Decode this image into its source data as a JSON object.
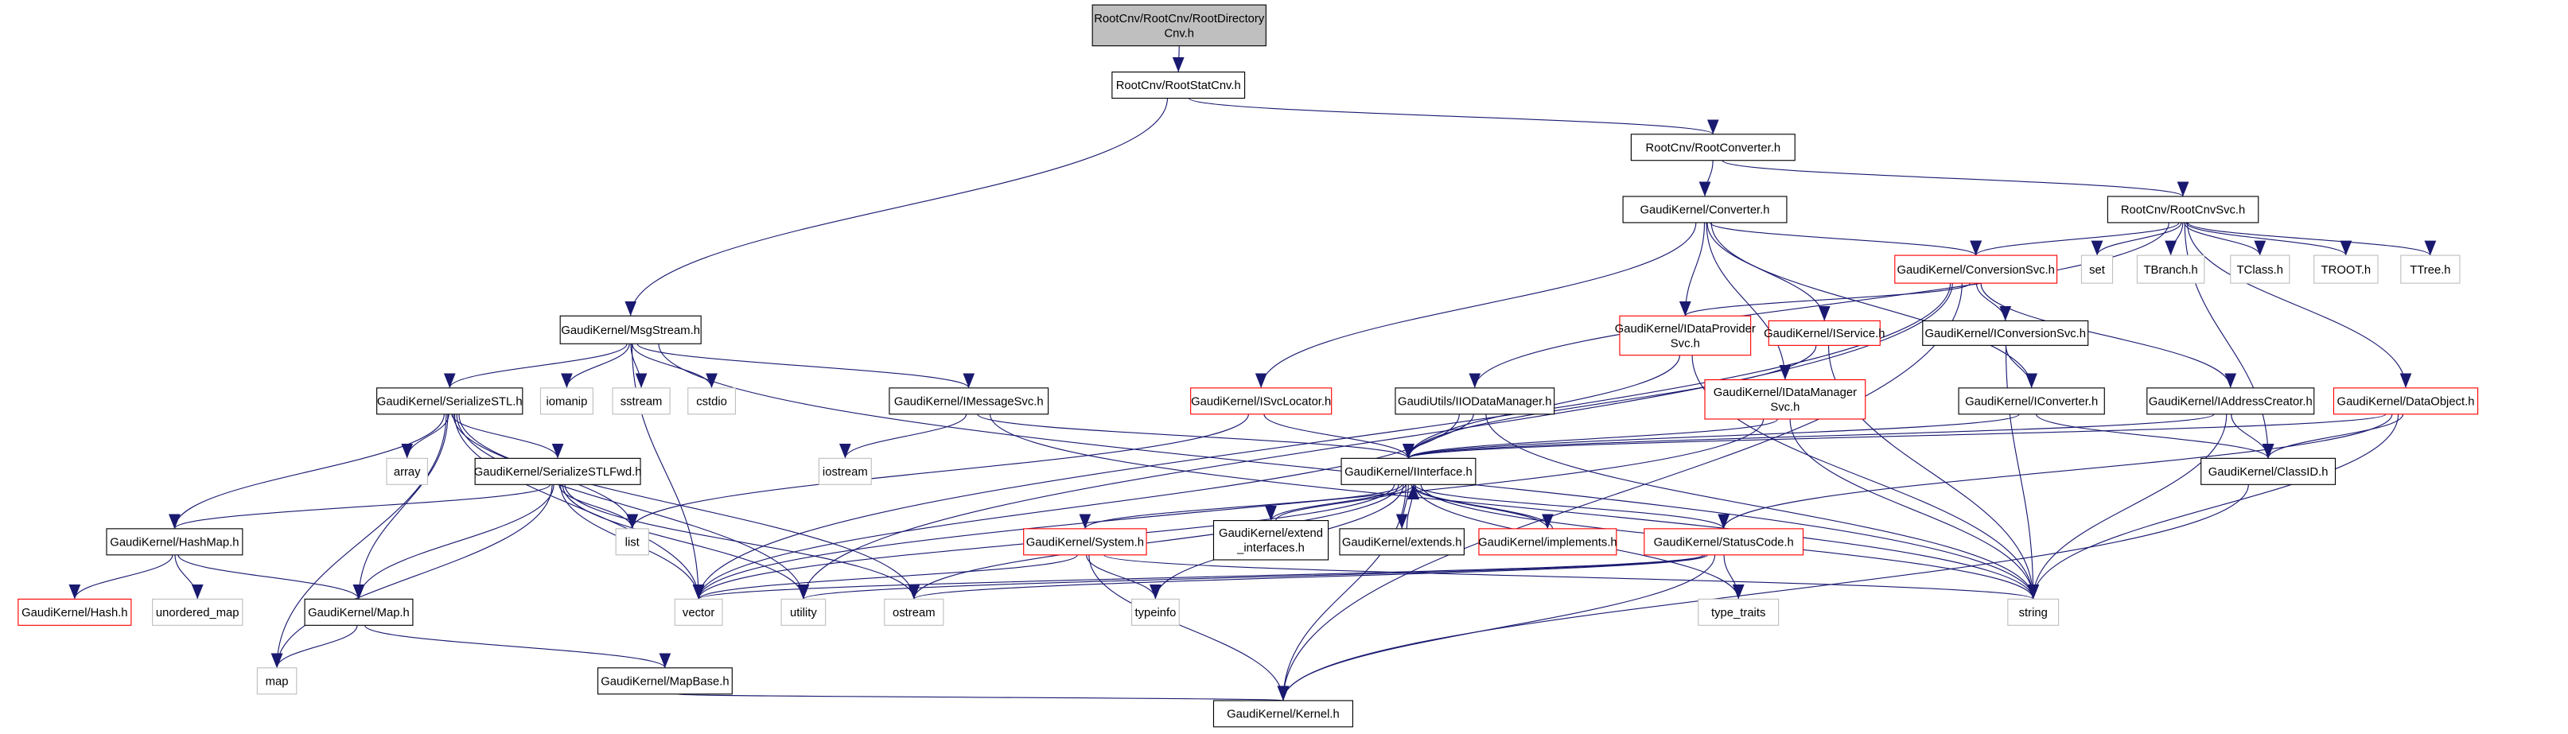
{
  "colors": {
    "edge": "#191970",
    "root_fill": "#bfbfbf",
    "missing_border": "#ff0000",
    "system_border": "#bfbfbf",
    "normal_border": "#000000"
  },
  "nodes": [
    {
      "id": "rootdir",
      "lines": [
        "RootCnv/RootCnv/RootDirectory",
        "Cnv.h"
      ],
      "kind": "root"
    },
    {
      "id": "rootstat",
      "lines": [
        "RootCnv/RootStatCnv.h"
      ],
      "kind": "normal"
    },
    {
      "id": "rootconv",
      "lines": [
        "RootCnv/RootConverter.h"
      ],
      "kind": "normal"
    },
    {
      "id": "converter",
      "lines": [
        "GaudiKernel/Converter.h"
      ],
      "kind": "normal"
    },
    {
      "id": "rootcnvsvc",
      "lines": [
        "RootCnv/RootCnvSvc.h"
      ],
      "kind": "normal"
    },
    {
      "id": "conversionsvc",
      "lines": [
        "GaudiKernel/ConversionSvc.h"
      ],
      "kind": "red"
    },
    {
      "id": "set",
      "lines": [
        "set"
      ],
      "kind": "system"
    },
    {
      "id": "tbranch",
      "lines": [
        "TBranch.h"
      ],
      "kind": "system"
    },
    {
      "id": "tclass",
      "lines": [
        "TClass.h"
      ],
      "kind": "system"
    },
    {
      "id": "troot",
      "lines": [
        "TROOT.h"
      ],
      "kind": "system"
    },
    {
      "id": "ttree",
      "lines": [
        "TTree.h"
      ],
      "kind": "system"
    },
    {
      "id": "msgstream",
      "lines": [
        "GaudiKernel/MsgStream.h"
      ],
      "kind": "normal"
    },
    {
      "id": "idataprov",
      "lines": [
        "GaudiKernel/IDataProvider",
        "Svc.h"
      ],
      "kind": "red"
    },
    {
      "id": "iservice",
      "lines": [
        "GaudiKernel/IService.h"
      ],
      "kind": "red"
    },
    {
      "id": "iconvsvc",
      "lines": [
        "GaudiKernel/IConversionSvc.h"
      ],
      "kind": "normal"
    },
    {
      "id": "serializestl",
      "lines": [
        "GaudiKernel/SerializeSTL.h"
      ],
      "kind": "normal"
    },
    {
      "id": "iomanip",
      "lines": [
        "iomanip"
      ],
      "kind": "system"
    },
    {
      "id": "sstream",
      "lines": [
        "sstream"
      ],
      "kind": "system"
    },
    {
      "id": "cstdio",
      "lines": [
        "cstdio"
      ],
      "kind": "system"
    },
    {
      "id": "imessagesvc",
      "lines": [
        "GaudiKernel/IMessageSvc.h"
      ],
      "kind": "normal"
    },
    {
      "id": "isvclocator",
      "lines": [
        "GaudiKernel/ISvcLocator.h"
      ],
      "kind": "red"
    },
    {
      "id": "iiodm",
      "lines": [
        "GaudiUtils/IIODataManager.h"
      ],
      "kind": "normal"
    },
    {
      "id": "idatamgr",
      "lines": [
        "GaudiKernel/IDataManager",
        "Svc.h"
      ],
      "kind": "red"
    },
    {
      "id": "iconverter",
      "lines": [
        "GaudiKernel/IConverter.h"
      ],
      "kind": "normal"
    },
    {
      "id": "iaddr",
      "lines": [
        "GaudiKernel/IAddressCreator.h"
      ],
      "kind": "normal"
    },
    {
      "id": "dataobject",
      "lines": [
        "GaudiKernel/DataObject.h"
      ],
      "kind": "red"
    },
    {
      "id": "array",
      "lines": [
        "array"
      ],
      "kind": "system"
    },
    {
      "id": "serializefwd",
      "lines": [
        "GaudiKernel/SerializeSTLFwd.h"
      ],
      "kind": "normal"
    },
    {
      "id": "iostream",
      "lines": [
        "iostream"
      ],
      "kind": "system"
    },
    {
      "id": "iinterface",
      "lines": [
        "GaudiKernel/IInterface.h"
      ],
      "kind": "normal"
    },
    {
      "id": "classid",
      "lines": [
        "GaudiKernel/ClassID.h"
      ],
      "kind": "normal"
    },
    {
      "id": "list",
      "lines": [
        "list"
      ],
      "kind": "system"
    },
    {
      "id": "hashmap",
      "lines": [
        "GaudiKernel/HashMap.h"
      ],
      "kind": "normal"
    },
    {
      "id": "system",
      "lines": [
        "GaudiKernel/System.h"
      ],
      "kind": "red"
    },
    {
      "id": "extendif",
      "lines": [
        "GaudiKernel/extend",
        "_interfaces.h"
      ],
      "kind": "normal"
    },
    {
      "id": "extends",
      "lines": [
        "GaudiKernel/extends.h"
      ],
      "kind": "normal"
    },
    {
      "id": "implements",
      "lines": [
        "GaudiKernel/implements.h"
      ],
      "kind": "red"
    },
    {
      "id": "statuscode",
      "lines": [
        "GaudiKernel/StatusCode.h"
      ],
      "kind": "red"
    },
    {
      "id": "hash",
      "lines": [
        "GaudiKernel/Hash.h"
      ],
      "kind": "red"
    },
    {
      "id": "unordered_map",
      "lines": [
        "unordered_map"
      ],
      "kind": "system"
    },
    {
      "id": "map_h",
      "lines": [
        "GaudiKernel/Map.h"
      ],
      "kind": "normal"
    },
    {
      "id": "vector",
      "lines": [
        "vector"
      ],
      "kind": "system"
    },
    {
      "id": "utility",
      "lines": [
        "utility"
      ],
      "kind": "system"
    },
    {
      "id": "ostream",
      "lines": [
        "ostream"
      ],
      "kind": "system"
    },
    {
      "id": "typeinfo",
      "lines": [
        "typeinfo"
      ],
      "kind": "system"
    },
    {
      "id": "type_traits",
      "lines": [
        "type_traits"
      ],
      "kind": "system"
    },
    {
      "id": "string",
      "lines": [
        "string"
      ],
      "kind": "system"
    },
    {
      "id": "map",
      "lines": [
        "map"
      ],
      "kind": "system"
    },
    {
      "id": "mapbase",
      "lines": [
        "GaudiKernel/MapBase.h"
      ],
      "kind": "normal"
    },
    {
      "id": "kernel",
      "lines": [
        "GaudiKernel/Kernel.h"
      ],
      "kind": "normal"
    }
  ],
  "edges": [
    [
      "rootdir",
      "rootstat"
    ],
    [
      "rootstat",
      "msgstream"
    ],
    [
      "rootstat",
      "rootconv"
    ],
    [
      "rootconv",
      "converter"
    ],
    [
      "rootconv",
      "rootcnvsvc"
    ],
    [
      "converter",
      "conversionsvc"
    ],
    [
      "converter",
      "idataprov"
    ],
    [
      "converter",
      "iservice"
    ],
    [
      "converter",
      "iconverter"
    ],
    [
      "converter",
      "isvclocator"
    ],
    [
      "converter",
      "idatamgr"
    ],
    [
      "rootcnvsvc",
      "conversionsvc"
    ],
    [
      "rootcnvsvc",
      "set"
    ],
    [
      "rootcnvsvc",
      "tbranch"
    ],
    [
      "rootcnvsvc",
      "tclass"
    ],
    [
      "rootcnvsvc",
      "troot"
    ],
    [
      "rootcnvsvc",
      "ttree"
    ],
    [
      "rootcnvsvc",
      "iiodm"
    ],
    [
      "rootcnvsvc",
      "dataobject"
    ],
    [
      "rootcnvsvc",
      "classid"
    ],
    [
      "conversionsvc",
      "idataprov"
    ],
    [
      "conversionsvc",
      "iconvsvc"
    ],
    [
      "conversionsvc",
      "iaddr"
    ],
    [
      "conversionsvc",
      "kernel"
    ],
    [
      "conversionsvc",
      "vector"
    ],
    [
      "conversionsvc",
      "utility"
    ],
    [
      "msgstream",
      "serializestl"
    ],
    [
      "msgstream",
      "iomanip"
    ],
    [
      "msgstream",
      "sstream"
    ],
    [
      "msgstream",
      "cstdio"
    ],
    [
      "msgstream",
      "imessagesvc"
    ],
    [
      "msgstream",
      "vector"
    ],
    [
      "msgstream",
      "string"
    ],
    [
      "serializestl",
      "array"
    ],
    [
      "serializestl",
      "serializefwd"
    ],
    [
      "serializestl",
      "hashmap"
    ],
    [
      "serializestl",
      "map_h"
    ],
    [
      "serializestl",
      "map"
    ],
    [
      "serializestl",
      "list"
    ],
    [
      "serializestl",
      "vector"
    ],
    [
      "serializestl",
      "utility"
    ],
    [
      "serializestl",
      "ostream"
    ],
    [
      "serializefwd",
      "hashmap"
    ],
    [
      "serializefwd",
      "map_h"
    ],
    [
      "serializefwd",
      "map"
    ],
    [
      "serializefwd",
      "list"
    ],
    [
      "serializefwd",
      "vector"
    ],
    [
      "serializefwd",
      "utility"
    ],
    [
      "serializefwd",
      "ostream"
    ],
    [
      "hashmap",
      "hash"
    ],
    [
      "hashmap",
      "unordered_map"
    ],
    [
      "hashmap",
      "map_h"
    ],
    [
      "map_h",
      "map"
    ],
    [
      "map_h",
      "mapbase"
    ],
    [
      "mapbase",
      "kernel"
    ],
    [
      "imessagesvc",
      "iostream"
    ],
    [
      "imessagesvc",
      "iinterface"
    ],
    [
      "imessagesvc",
      "string"
    ],
    [
      "isvclocator",
      "iinterface"
    ],
    [
      "isvclocator",
      "list"
    ],
    [
      "iiodm",
      "iinterface"
    ],
    [
      "iiodm",
      "vector"
    ],
    [
      "iiodm",
      "string"
    ],
    [
      "idataprov",
      "iinterface"
    ],
    [
      "idataprov",
      "string"
    ],
    [
      "idatamgr",
      "iinterface"
    ],
    [
      "idatamgr",
      "string"
    ],
    [
      "idatamgr",
      "vector"
    ],
    [
      "iservice",
      "iinterface"
    ],
    [
      "iservice",
      "string"
    ],
    [
      "iconvsvc",
      "iconverter"
    ],
    [
      "iconvsvc",
      "string"
    ],
    [
      "iconverter",
      "iinterface"
    ],
    [
      "iconverter",
      "classid"
    ],
    [
      "iaddr",
      "iinterface"
    ],
    [
      "iaddr",
      "classid"
    ],
    [
      "iaddr",
      "string"
    ],
    [
      "dataobject",
      "classid"
    ],
    [
      "dataobject",
      "statuscode"
    ],
    [
      "dataobject",
      "iinterface"
    ],
    [
      "dataobject",
      "string"
    ],
    [
      "classid",
      "kernel"
    ],
    [
      "iinterface",
      "system"
    ],
    [
      "iinterface",
      "extendif"
    ],
    [
      "iinterface",
      "extends"
    ],
    [
      "iinterface",
      "implements"
    ],
    [
      "iinterface",
      "statuscode"
    ],
    [
      "iinterface",
      "ostream"
    ],
    [
      "iinterface",
      "typeinfo"
    ],
    [
      "iinterface",
      "type_traits"
    ],
    [
      "iinterface",
      "string"
    ],
    [
      "iinterface",
      "kernel"
    ],
    [
      "iinterface",
      "vector"
    ],
    [
      "extendif",
      "iinterface"
    ],
    [
      "extends",
      "iinterface"
    ],
    [
      "implements",
      "iinterface"
    ],
    [
      "system",
      "kernel"
    ],
    [
      "system",
      "typeinfo"
    ],
    [
      "system",
      "string"
    ],
    [
      "system",
      "vector"
    ],
    [
      "statuscode",
      "kernel"
    ],
    [
      "statuscode",
      "type_traits"
    ],
    [
      "statuscode",
      "ostream"
    ],
    [
      "statuscode",
      "utility"
    ],
    [
      "statuscode",
      "vector"
    ]
  ]
}
